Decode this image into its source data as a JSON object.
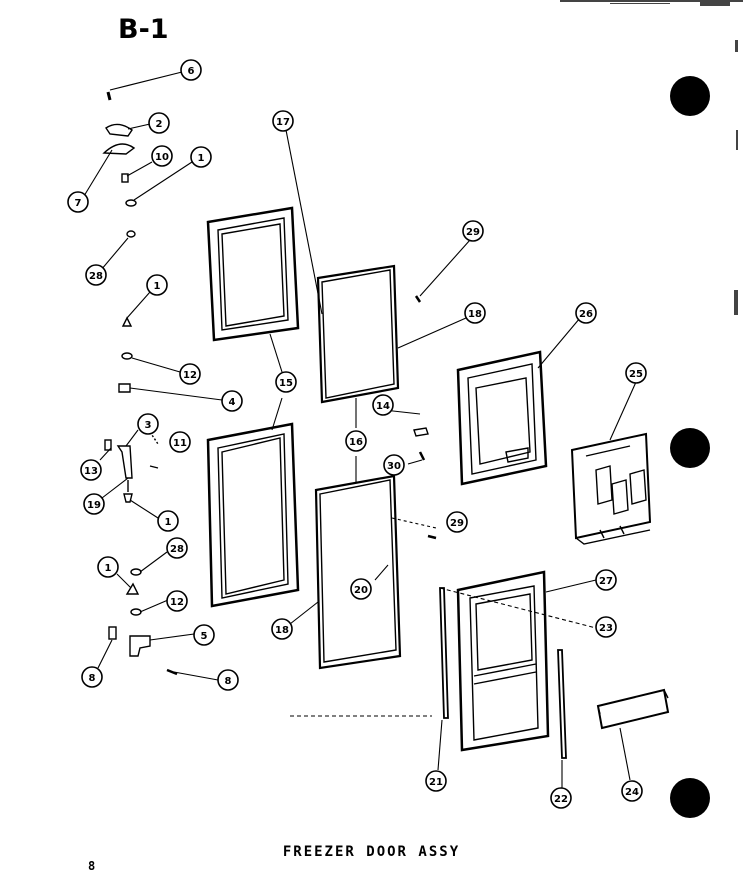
{
  "title": "B-1",
  "caption": "FREEZER DOOR ASSY",
  "page_number": "8",
  "callouts": [
    "6",
    "2",
    "10",
    "1",
    "7",
    "28",
    "1",
    "12",
    "4",
    "3",
    "11",
    "13",
    "19",
    "1",
    "1",
    "28",
    "12",
    "5",
    "8",
    "8",
    "17",
    "15",
    "15",
    "16",
    "18",
    "29",
    "14",
    "30",
    "26",
    "25",
    "29",
    "20",
    "18",
    "27",
    "23",
    "21",
    "22",
    "24"
  ]
}
